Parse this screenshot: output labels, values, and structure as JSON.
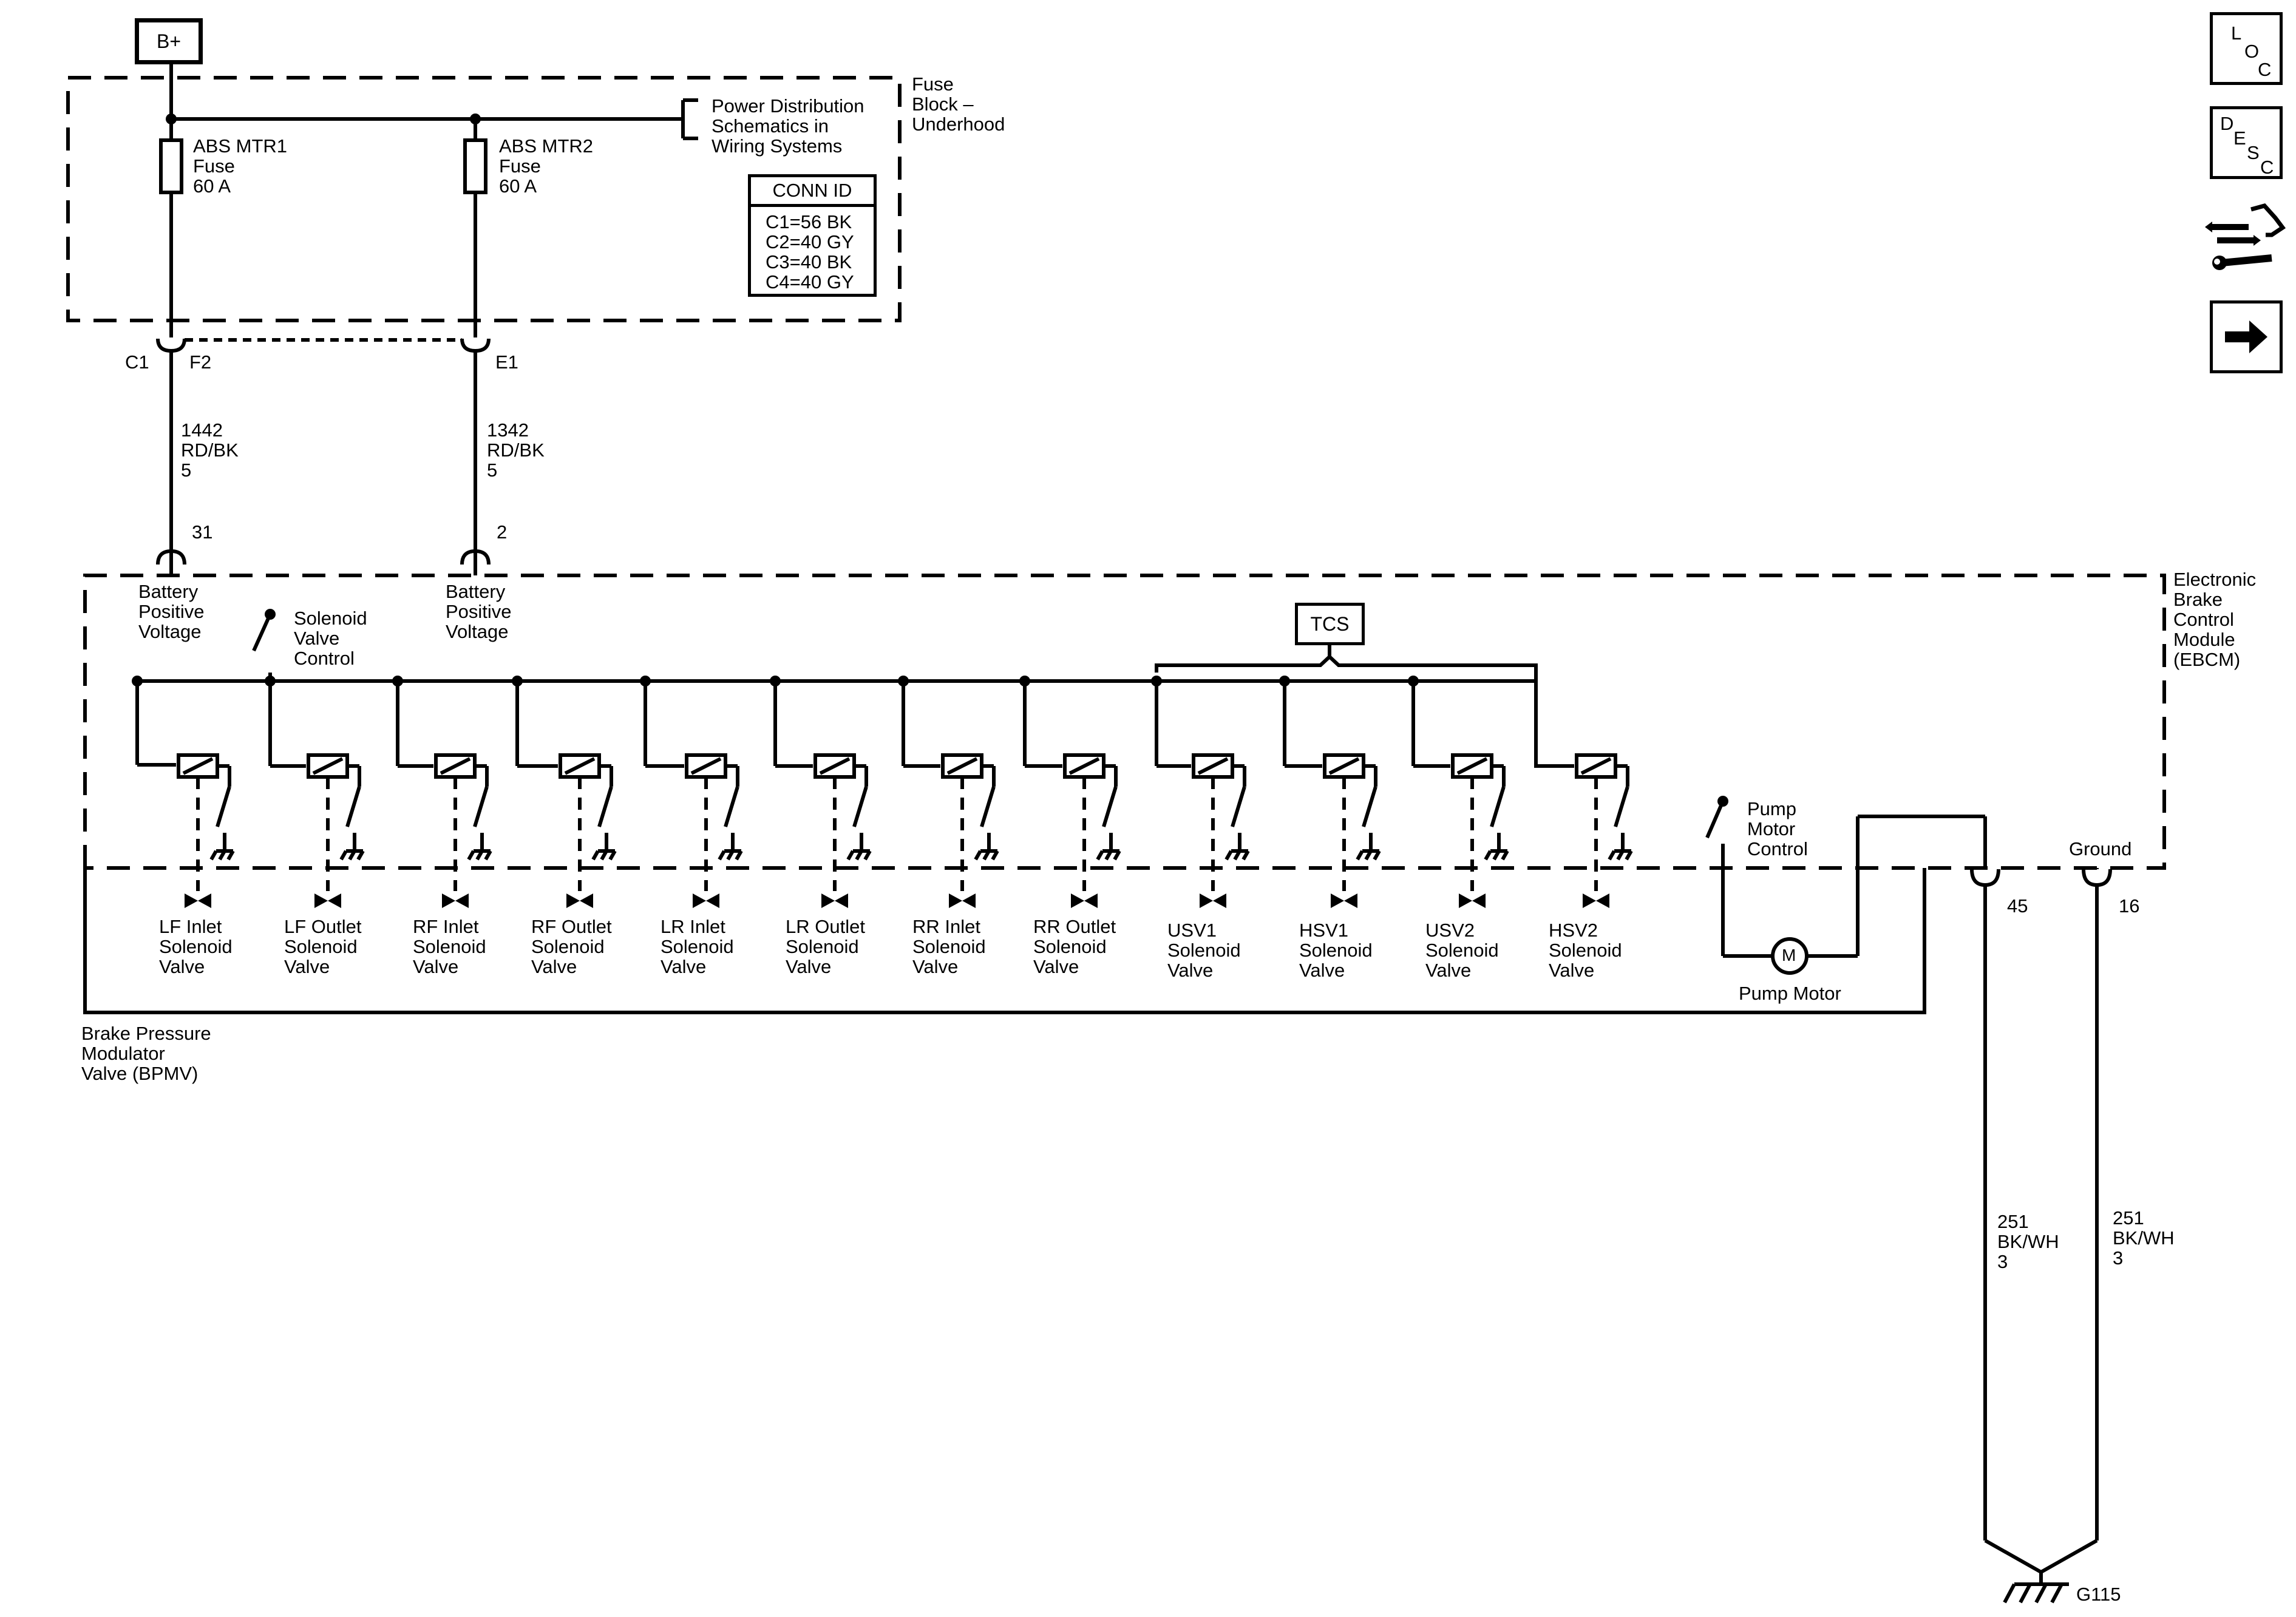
{
  "source": {
    "label": "B+"
  },
  "fuse_block": {
    "name": "Fuse\nBlock –\nUnderhood",
    "fuse1": "ABS MTR1\nFuse\n60 A",
    "fuse2": "ABS MTR2\nFuse\n60 A",
    "power_ref": "Power Distribution\nSchematics in\nWiring Systems",
    "conn_title": "CONN ID",
    "conn_lines": [
      "C1=56 BK",
      "C2=40 GY",
      "C3=40 BK",
      "C4=40 GY"
    ]
  },
  "connectors": {
    "c1": "C1",
    "f2": "F2",
    "e1": "E1",
    "pin31": "31",
    "pin2": "2",
    "pin45": "45",
    "pin16": "16"
  },
  "wires": {
    "w1": "1442\nRD/BK\n5",
    "w2": "1342\nRD/BK\n5",
    "w3": "251\nBK/WH\n3",
    "w4": "251\nBK/WH\n3"
  },
  "ebcm": {
    "name": "Electronic\nBrake\nControl\nModule\n(EBCM)",
    "bpv1": "Battery\nPositive\nVoltage",
    "bpv2": "Battery\nPositive\nVoltage",
    "svc": "Solenoid\nValve\nControl",
    "pmc": "Pump\nMotor\nControl",
    "ground": "Ground",
    "tcs": "TCS"
  },
  "bpmv": {
    "name": "Brake Pressure\nModulator\nValve (BPMV)",
    "valves": [
      "LF Inlet\nSolenoid\nValve",
      "LF Outlet\nSolenoid\nValve",
      "RF Inlet\nSolenoid\nValve",
      "RF Outlet\nSolenoid\nValve",
      "LR Inlet\nSolenoid\nValve",
      "LR Outlet\nSolenoid\nValve",
      "RR Inlet\nSolenoid\nValve",
      "RR Outlet\nSolenoid\nValve",
      "USV1\nSolenoid\nValve",
      "HSV1\nSolenoid\nValve",
      "USV2\nSolenoid\nValve",
      "HSV2\nSolenoid\nValve"
    ],
    "pump_motor": "Pump Motor",
    "motor_symbol": "M"
  },
  "ground_point": "G115",
  "nav": {
    "loc": [
      "L",
      "O",
      "C"
    ],
    "desc": [
      "D",
      "E",
      "S",
      "C"
    ],
    "icons": [
      "connector-tools-icon",
      "arrow-right-icon"
    ]
  }
}
